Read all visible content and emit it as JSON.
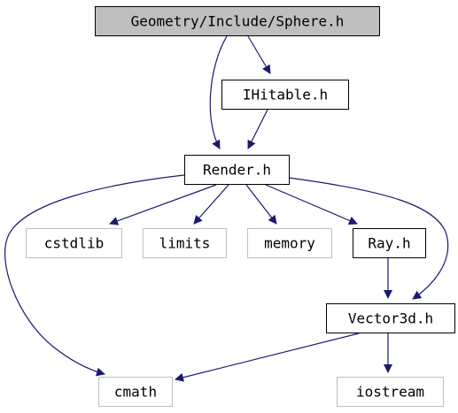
{
  "graph": {
    "nodes": [
      {
        "id": "sphere",
        "label": "Geometry/Include/Sphere.h",
        "kind": "root"
      },
      {
        "id": "ihitable",
        "label": "IHitable.h",
        "kind": "documented"
      },
      {
        "id": "render",
        "label": "Render.h",
        "kind": "documented"
      },
      {
        "id": "cstdlib",
        "label": "cstdlib",
        "kind": "external"
      },
      {
        "id": "limits",
        "label": "limits",
        "kind": "external"
      },
      {
        "id": "memory",
        "label": "memory",
        "kind": "external"
      },
      {
        "id": "ray",
        "label": "Ray.h",
        "kind": "documented"
      },
      {
        "id": "vector3d",
        "label": "Vector3d.h",
        "kind": "documented"
      },
      {
        "id": "cmath",
        "label": "cmath",
        "kind": "external"
      },
      {
        "id": "iostream",
        "label": "iostream",
        "kind": "external"
      }
    ],
    "edges": [
      {
        "from": "sphere",
        "to": "ihitable"
      },
      {
        "from": "sphere",
        "to": "render"
      },
      {
        "from": "ihitable",
        "to": "render"
      },
      {
        "from": "render",
        "to": "cstdlib"
      },
      {
        "from": "render",
        "to": "limits"
      },
      {
        "from": "render",
        "to": "memory"
      },
      {
        "from": "render",
        "to": "ray"
      },
      {
        "from": "render",
        "to": "vector3d"
      },
      {
        "from": "render",
        "to": "cmath"
      },
      {
        "from": "ray",
        "to": "vector3d"
      },
      {
        "from": "vector3d",
        "to": "cmath"
      },
      {
        "from": "vector3d",
        "to": "iostream"
      }
    ]
  },
  "colors": {
    "root_fill": "#bfbfbf",
    "root_stroke": "#000000",
    "documented_fill": "#ffffff",
    "documented_stroke": "#000000",
    "external_fill": "#ffffff",
    "external_stroke": "#bfbfbf",
    "edge": "#191970"
  }
}
